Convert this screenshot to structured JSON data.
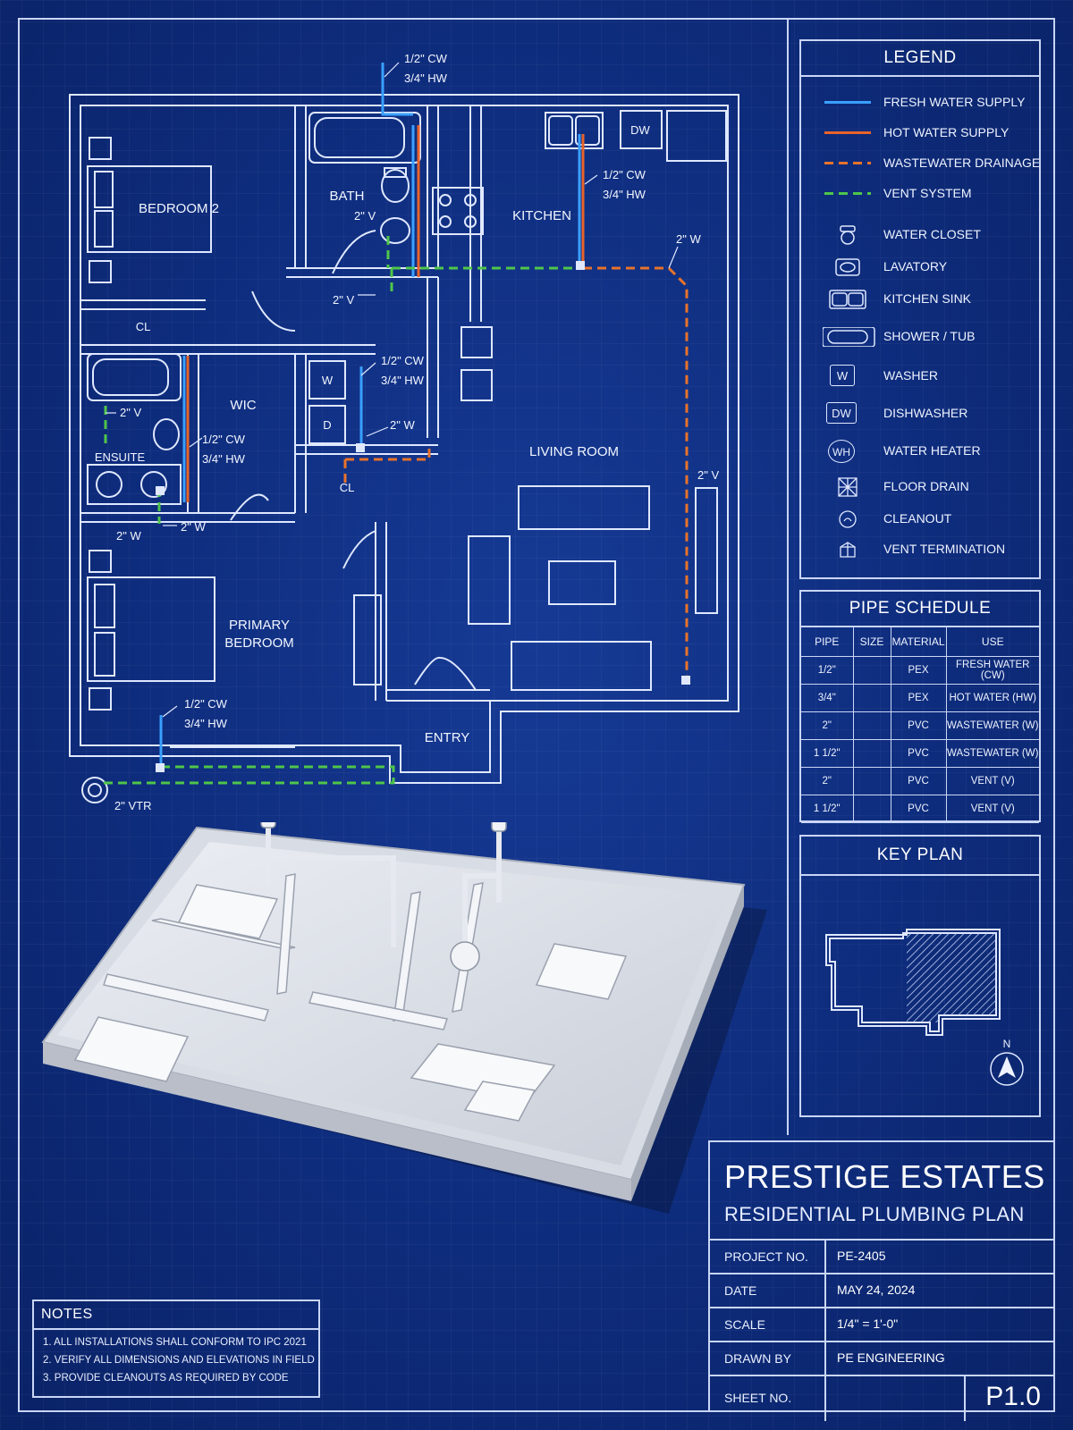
{
  "plan": {
    "rooms": {
      "bedroom2": "BEDROOM 2",
      "bath": "BATH",
      "kitchen": "KITCHEN",
      "closet_top": "CL",
      "wic": "WIC",
      "ensuite": "ENSUITE",
      "living": "LIVING ROOM",
      "primary_l1": "PRIMARY",
      "primary_l2": "BEDROOM",
      "entry": "ENTRY",
      "closet_laundry": "CL",
      "dishwasher": "DW",
      "washer": "W",
      "dryer": "D"
    },
    "callouts": {
      "top_cw": "1/2\" CW",
      "top_hw": "3/4\" HW",
      "kitchen_cw": "1/2\" CW",
      "kitchen_hw": "3/4\" HW",
      "kitchen_w": "2\" W",
      "bath_v": "2\" V",
      "bath_v2": "2\" V",
      "laundry_cw": "1/2\" CW",
      "laundry_hw": "3/4\" HW",
      "laundry_w": "2\" W",
      "ensuite_v": "2\" V",
      "ensuite_cw": "1/2\" CW",
      "ensuite_hw": "3/4\" HW",
      "ensuite_w1": "2\" W",
      "ensuite_w2": "2\" W",
      "living_v": "2\" V",
      "primary_cw": "1/2\" CW",
      "primary_hw": "3/4\" HW",
      "vtr": "2\" VTR"
    }
  },
  "legend": {
    "title": "LEGEND",
    "items": [
      {
        "label": "FRESH WATER SUPPLY",
        "icon": "fresh-water-line"
      },
      {
        "label": "HOT WATER SUPPLY",
        "icon": "hot-water-line"
      },
      {
        "label": "WASTEWATER DRAINAGE",
        "icon": "wastewater-dashed-line"
      },
      {
        "label": "VENT SYSTEM",
        "icon": "vent-dashed-line"
      },
      {
        "label": "WATER CLOSET",
        "icon": "water-closet-icon"
      },
      {
        "label": "LAVATORY",
        "icon": "lavatory-icon"
      },
      {
        "label": "KITCHEN SINK",
        "icon": "kitchen-sink-icon"
      },
      {
        "label": "SHOWER / TUB",
        "icon": "shower-tub-icon"
      },
      {
        "label": "WASHER",
        "icon": "washer-icon",
        "symbol": "W"
      },
      {
        "label": "DISHWASHER",
        "icon": "dishwasher-icon",
        "symbol": "DW"
      },
      {
        "label": "WATER HEATER",
        "icon": "water-heater-icon",
        "symbol": "WH"
      },
      {
        "label": "FLOOR DRAIN",
        "icon": "floor-drain-icon"
      },
      {
        "label": "CLEANOUT",
        "icon": "cleanout-icon"
      },
      {
        "label": "VENT TERMINATION",
        "icon": "vent-termination-icon"
      }
    ],
    "colors": {
      "fresh": "#3aa0ff",
      "hot": "#e8632a",
      "waste": "#e8722a",
      "vent": "#4fc64a"
    }
  },
  "pipe_schedule": {
    "title": "PIPE SCHEDULE",
    "headers": [
      "PIPE",
      "SIZE",
      "MATERIAL",
      "USE"
    ],
    "rows": [
      [
        "1/2\"",
        "",
        "PEX",
        "FRESH WATER (CW)"
      ],
      [
        "3/4\"",
        "",
        "PEX",
        "HOT WATER (HW)"
      ],
      [
        "2\"",
        "",
        "PVC",
        "WASTEWATER (W)"
      ],
      [
        "1 1/2\"",
        "",
        "PVC",
        "WASTEWATER (W)"
      ],
      [
        "2\"",
        "",
        "PVC",
        "VENT (V)"
      ],
      [
        "1 1/2\"",
        "",
        "PVC",
        "VENT (V)"
      ]
    ]
  },
  "key_plan": {
    "title": "KEY PLAN",
    "north": "N"
  },
  "title_block": {
    "project": "PRESTIGE ESTATES",
    "subtitle": "RESIDENTIAL PLUMBING PLAN",
    "fields": [
      {
        "key": "PROJECT NO.",
        "value": "PE-2405"
      },
      {
        "key": "DATE",
        "value": "MAY 24, 2024"
      },
      {
        "key": "SCALE",
        "value": "1/4\" = 1'-0\""
      },
      {
        "key": "DRAWN BY",
        "value": "PE ENGINEERING"
      }
    ],
    "sheet_label": "SHEET NO.",
    "sheet_no": "P1.0"
  },
  "notes": {
    "title": "NOTES",
    "items": [
      "1. ALL INSTALLATIONS SHALL CONFORM TO IPC 2021",
      "2. VERIFY ALL DIMENSIONS AND ELEVATIONS IN FIELD",
      "3. PROVIDE CLEANOUTS AS REQUIRED BY CODE"
    ]
  }
}
